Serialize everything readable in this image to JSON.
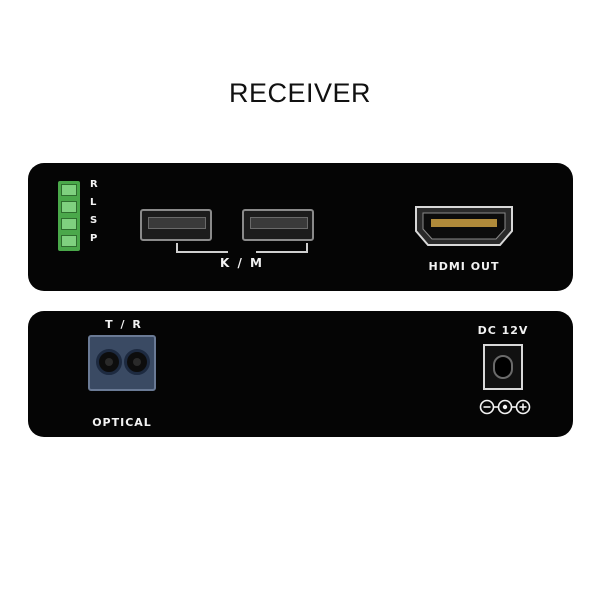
{
  "title": "RECEIVER",
  "front_panel": {
    "terminal_letters": [
      "R",
      "L",
      "S",
      "P"
    ],
    "usb_group_label": "K / M",
    "hdmi_label": "HDMI OUT"
  },
  "back_panel": {
    "optical_top_label": "T / R",
    "optical_label": "OPTICAL",
    "dc_label": "DC 12V"
  },
  "icons": {
    "terminal_block": "terminal-block-icon",
    "usb_port": "usb-port-icon",
    "hdmi_port": "hdmi-port-icon",
    "sfp_port": "sfp-optical-port-icon",
    "dc_jack": "dc-jack-icon",
    "polarity": "dc-polarity-icon"
  },
  "colors": {
    "panel": "#050505",
    "terminal_green": "#4aa84a",
    "sfp_blue": "#3a4a63",
    "label": "#f2f2f2"
  }
}
